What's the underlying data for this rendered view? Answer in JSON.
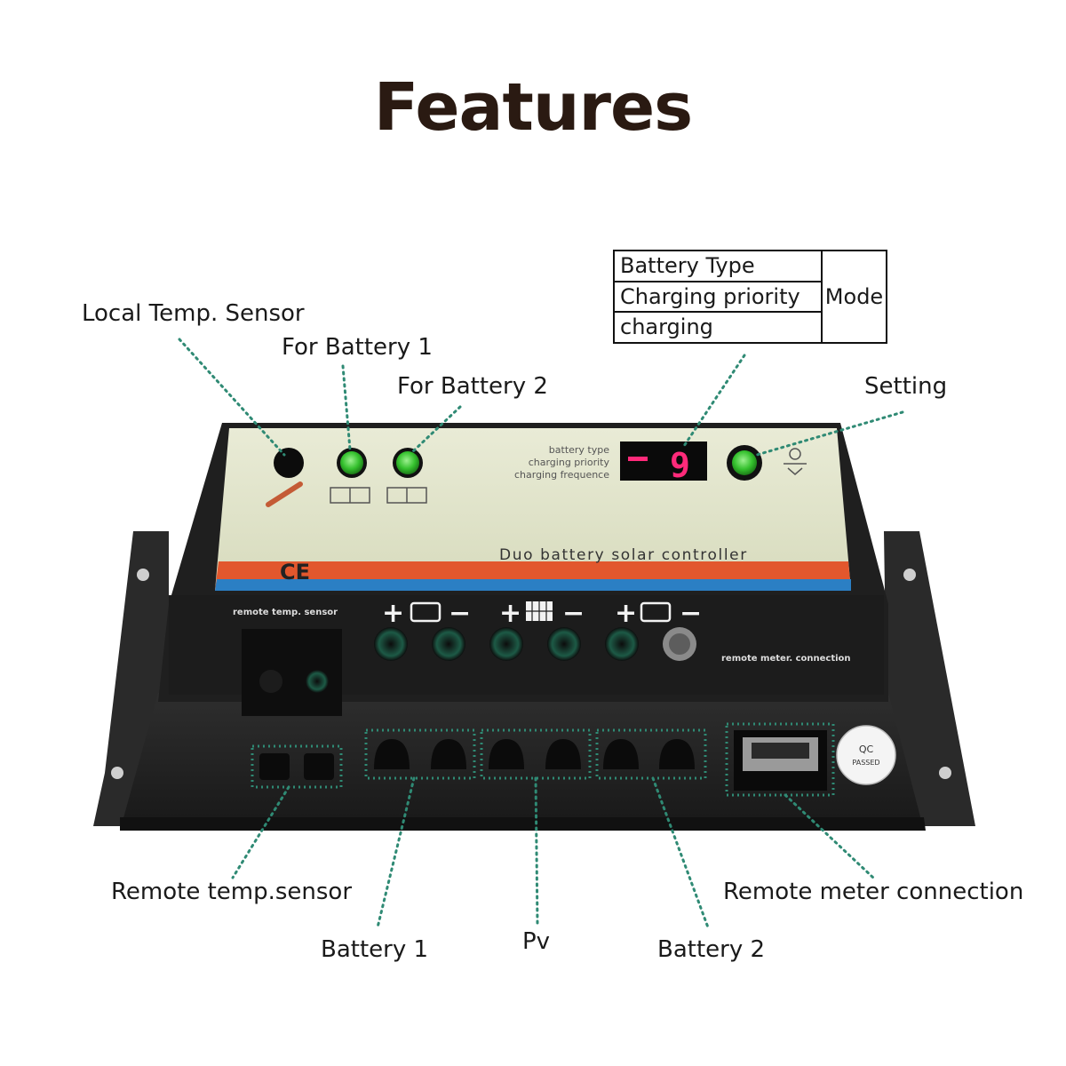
{
  "title": "Features",
  "mode_table": {
    "rows": [
      "Battery Type",
      "Charging priority",
      "charging"
    ],
    "group_label": "Mode"
  },
  "callouts": {
    "local_temp_sensor": "Local Temp. Sensor",
    "for_battery_1": "For Battery 1",
    "for_battery_2": "For Battery 2",
    "setting": "Setting",
    "remote_temp_sensor": "Remote temp.sensor",
    "battery_1": "Battery 1",
    "pv": "Pv",
    "battery_2": "Battery 2",
    "remote_meter_connection": "Remote meter connection"
  },
  "device": {
    "panel_small_labels": [
      "battery type",
      "charging priority",
      "charging frequence"
    ],
    "display_digit": "9",
    "product_name": "Duo battery solar controller",
    "ce_mark": "CE",
    "remote_temp_label": "remote temp. sensor",
    "remote_meter_label": "remote meter. connection",
    "qc_badge": [
      "QC",
      "PASSED"
    ],
    "terminal_signs": [
      "+",
      "−",
      "+",
      "−",
      "+",
      "−"
    ]
  },
  "colors": {
    "leader_line": "#2f8a74",
    "led_green": "#35c12e",
    "display_digit": "#ff2a7a",
    "accent_stripe": "#e2572d",
    "panel_cream": "#e3e6cc",
    "housing": "#232323"
  }
}
